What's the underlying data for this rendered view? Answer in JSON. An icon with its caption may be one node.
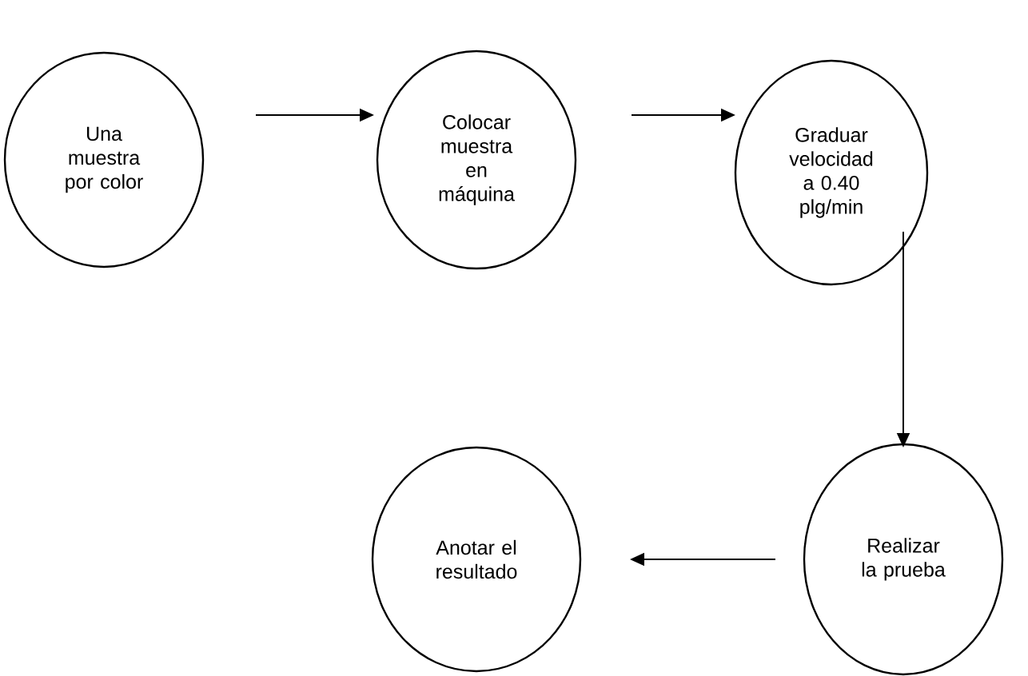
{
  "diagram": {
    "nodes": [
      {
        "text": [
          "Una muestra por color"
        ]
      },
      {
        "text": [
          "Colocar muestra en máquina"
        ]
      },
      {
        "text": [
          "Graduar velocidad a 0.40 plg/min"
        ]
      },
      {
        "text": [
          "Realizar la prueba"
        ]
      },
      {
        "text": [
          "Anotar el resultado"
        ]
      }
    ],
    "edges": [
      {
        "from": 0,
        "to": 1,
        "arrow": "to"
      },
      {
        "from": 1,
        "to": 2,
        "arrow": "to"
      },
      {
        "from": 2,
        "to": 3,
        "arrow": "to"
      },
      {
        "from": 3,
        "to": 4,
        "arrow": "to"
      }
    ]
  }
}
